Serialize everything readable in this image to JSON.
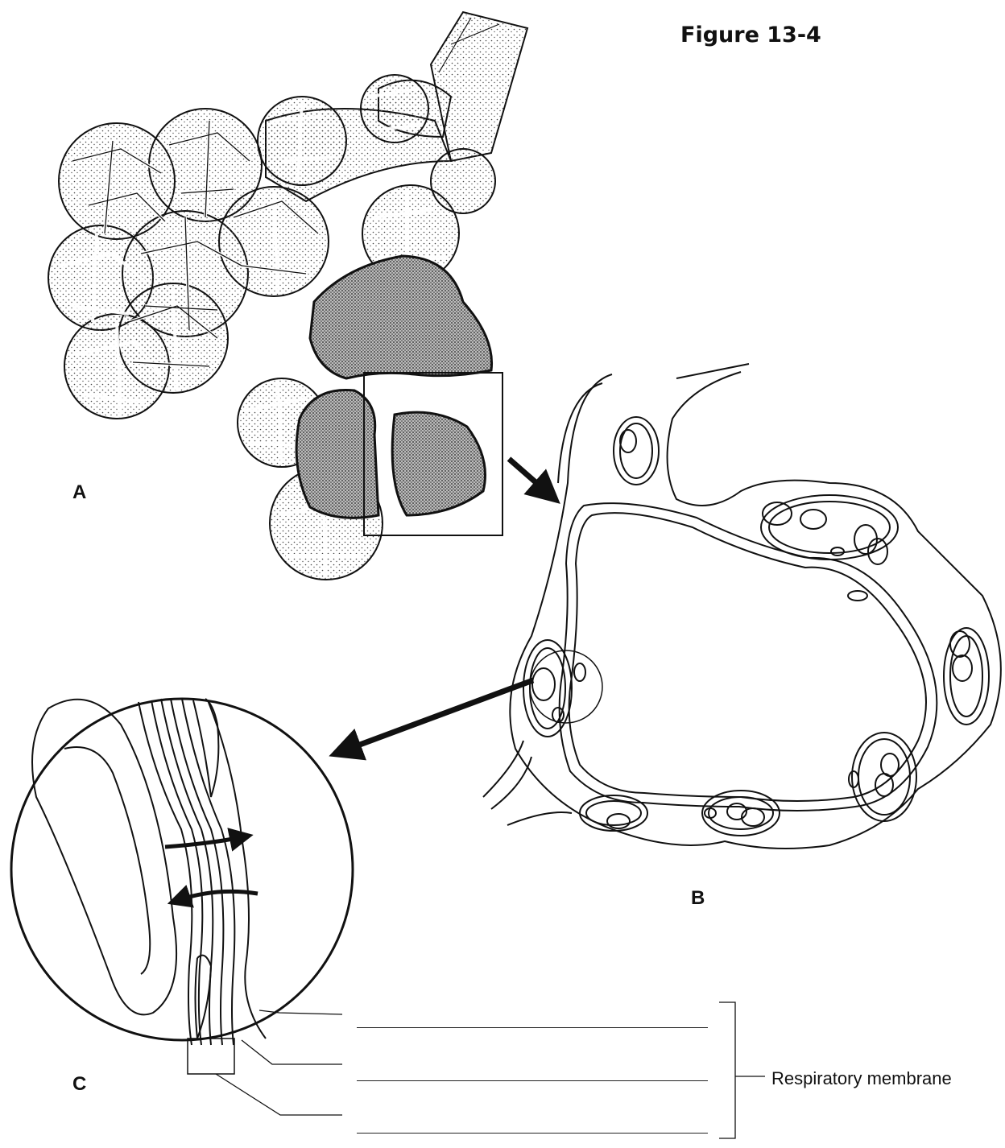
{
  "figure": {
    "title": "Figure 13-4",
    "panels": {
      "a": "A",
      "b": "B",
      "c": "C"
    },
    "bracket_label": "Respiratory membrane",
    "answer_blanks": [
      "",
      "",
      ""
    ]
  },
  "colors": {
    "ink": "#111111",
    "paper": "#ffffff",
    "stipple": "#555555"
  }
}
